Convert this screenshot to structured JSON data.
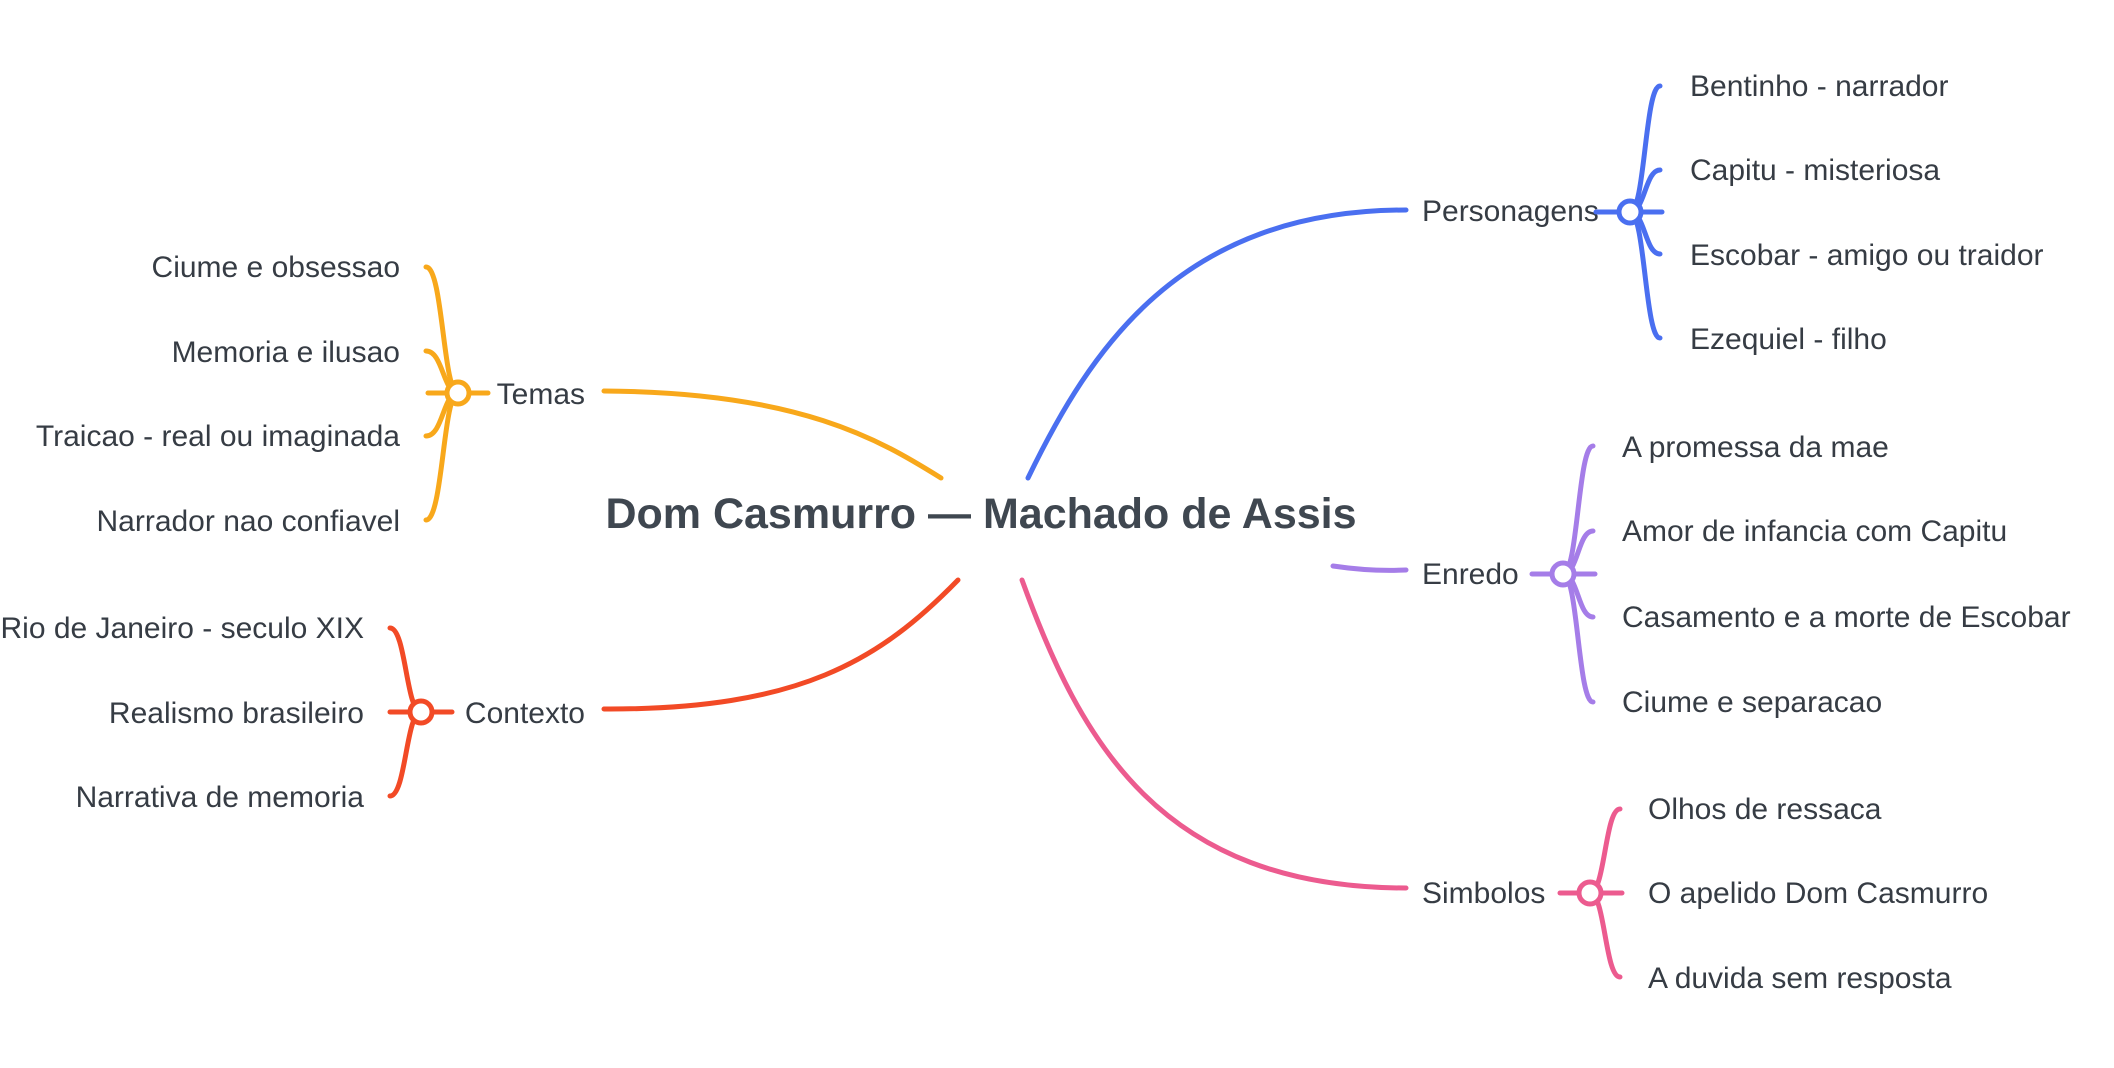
{
  "central": {
    "title": "Dom Casmurro — Machado de Assis"
  },
  "branches": [
    {
      "key": "personagens",
      "label": "Personagens",
      "color": "#4a6ff0",
      "children": [
        "Bentinho - narrador",
        "Capitu - misteriosa",
        "Escobar - amigo ou traidor",
        "Ezequiel - filho"
      ]
    },
    {
      "key": "enredo",
      "label": "Enredo",
      "color": "#a57de8",
      "children": [
        "A promessa da mae",
        "Amor de infancia com Capitu",
        "Casamento e a morte de Escobar",
        "Ciume e separacao"
      ]
    },
    {
      "key": "simbolos",
      "label": "Simbolos",
      "color": "#ec5b8f",
      "children": [
        "Olhos de ressaca",
        "O apelido Dom Casmurro",
        "A duvida sem resposta"
      ]
    },
    {
      "key": "temas",
      "label": "Temas",
      "color": "#f8a81b",
      "children": [
        "Ciume e obsessao",
        "Memoria e ilusao",
        "Traicao - real ou imaginada",
        "Narrador nao confiavel"
      ]
    },
    {
      "key": "contexto",
      "label": "Contexto",
      "color": "#f24a26",
      "children": [
        "Rio de Janeiro - seculo XIX",
        "Realismo brasileiro",
        "Narrativa de memoria"
      ]
    }
  ]
}
